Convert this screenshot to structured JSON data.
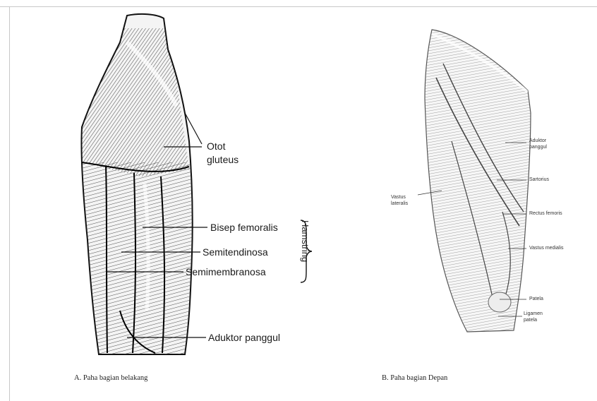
{
  "figure_a": {
    "caption": "A. Paha bagian belakang",
    "labels": {
      "gluteus_line1": "Otot",
      "gluteus_line2": "gluteus",
      "bisep": "Bisep femoralis",
      "semitendinosa": "Semitendinosa",
      "semimembranosa": "Semimembranosa",
      "aduktor": "Aduktor panggul"
    },
    "group_label": "Hamstring"
  },
  "figure_b": {
    "caption": "B. Paha bagian  Depan",
    "labels": {
      "aduktor_line1": "Aduktor",
      "aduktor_line2": "panggul",
      "sartorius": "Sartorius",
      "vastus_lateralis_line1": "Vastus",
      "vastus_lateralis_line2": "lateralis",
      "rectus": "Rectus femoris",
      "vastus_medialis": "Vastus medialis",
      "patela": "Patela",
      "ligamen_line1": "Ligamen",
      "ligamen_line2": "patela"
    }
  }
}
